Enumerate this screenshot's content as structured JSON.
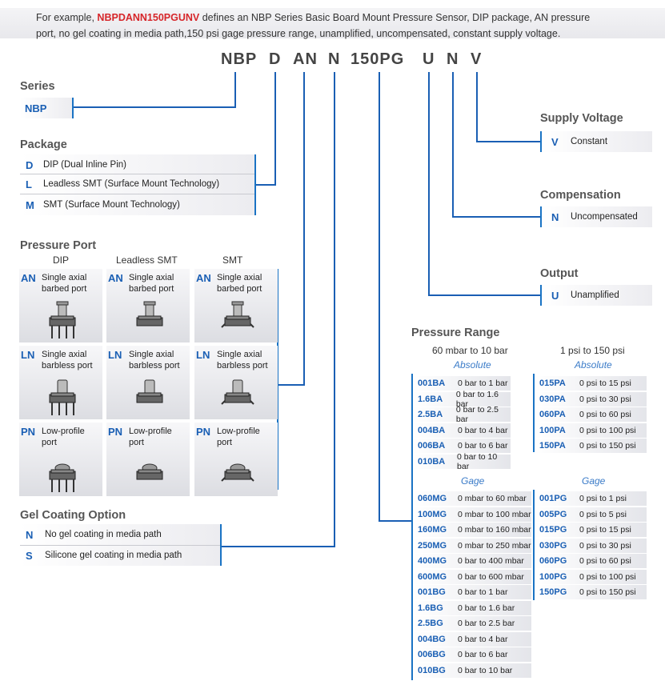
{
  "intro": {
    "prefix": "For example, ",
    "code": "NBPDANN150PGUNV",
    "line1_rest": " defines an NBP Series Basic Board Mount Pressure Sensor, DIP package, AN pressure",
    "line2": "port, no gel coating in media path,150 psi gage pressure range, unamplified, uncompensated, constant supply voltage."
  },
  "part_number": [
    "NBP",
    "D",
    "AN",
    "N",
    "150PG",
    "U",
    "N",
    "V"
  ],
  "series": {
    "title": "Series",
    "code": "NBP"
  },
  "package": {
    "title": "Package",
    "items": [
      {
        "code": "D",
        "label": "DIP (Dual Inline Pin)"
      },
      {
        "code": "L",
        "label": "Leadless SMT (Surface Mount Technology)"
      },
      {
        "code": "M",
        "label": "SMT (Surface Mount Technology)"
      }
    ]
  },
  "pressure_port": {
    "title": "Pressure Port",
    "columns": [
      "DIP",
      "Leadless SMT",
      "SMT"
    ],
    "rows": [
      {
        "code": "AN",
        "line1": "Single axial",
        "line2": "barbed port"
      },
      {
        "code": "LN",
        "line1": "Single axial",
        "line2": "barbless port"
      },
      {
        "code": "PN",
        "line1": "Low-profile",
        "line2": "port"
      }
    ]
  },
  "gel": {
    "title": "Gel Coating Option",
    "items": [
      {
        "code": "N",
        "label": "No gel coating in media path"
      },
      {
        "code": "S",
        "label": "Silicone gel coating in media path"
      }
    ]
  },
  "supply_voltage": {
    "title": "Supply Voltage",
    "code": "V",
    "label": "Constant"
  },
  "compensation": {
    "title": "Compensation",
    "code": "N",
    "label": "Uncompensated"
  },
  "output": {
    "title": "Output",
    "code": "U",
    "label": "Unamplified"
  },
  "pressure_range": {
    "title": "Pressure Range",
    "left_header": "60 mbar to 10 bar",
    "right_header": "1 psi to 150 psi",
    "absolute_label": "Absolute",
    "gage_label": "Gage",
    "left_absolute": [
      [
        "001BA",
        "0 bar to 1 bar"
      ],
      [
        "1.6BA",
        "0 bar to 1.6 bar"
      ],
      [
        "2.5BA",
        "0 bar to 2.5 bar"
      ],
      [
        "004BA",
        "0 bar to 4 bar"
      ],
      [
        "006BA",
        "0 bar to 6 bar"
      ],
      [
        "010BA",
        "0 bar to 10 bar"
      ]
    ],
    "right_absolute": [
      [
        "015PA",
        "0 psi to 15 psi"
      ],
      [
        "030PA",
        "0 psi to 30 psi"
      ],
      [
        "060PA",
        "0 psi to 60 psi"
      ],
      [
        "100PA",
        "0 psi to 100 psi"
      ],
      [
        "150PA",
        "0 psi to 150 psi"
      ]
    ],
    "left_gage": [
      [
        "060MG",
        "0 mbar to 60 mbar"
      ],
      [
        "100MG",
        "0 mbar to 100 mbar"
      ],
      [
        "160MG",
        "0 mbar to 160 mbar"
      ],
      [
        "250MG",
        "0 mbar to 250 mbar"
      ],
      [
        "400MG",
        "0 bar to 400 mbar"
      ],
      [
        "600MG",
        "0 bar to 600 mbar"
      ],
      [
        "001BG",
        "0 bar to 1 bar"
      ],
      [
        "1.6BG",
        "0 bar to 1.6 bar"
      ],
      [
        "2.5BG",
        "0 bar to 2.5 bar"
      ],
      [
        "004BG",
        "0 bar to 4 bar"
      ],
      [
        "006BG",
        "0 bar to 6 bar"
      ],
      [
        "010BG",
        "0 bar to 10 bar"
      ]
    ],
    "right_gage": [
      [
        "001PG",
        "0 psi to 1 psi"
      ],
      [
        "005PG",
        "0 psi to 5 psi"
      ],
      [
        "015PG",
        "0 psi to 15 psi"
      ],
      [
        "030PG",
        "0 psi to 30 psi"
      ],
      [
        "060PG",
        "0 psi to 60 psi"
      ],
      [
        "100PG",
        "0 psi to 100 psi"
      ],
      [
        "150PG",
        "0 psi to 150 psi"
      ]
    ]
  },
  "colors": {
    "accent": "#1a5fb4",
    "highlight": "#d6262a"
  }
}
